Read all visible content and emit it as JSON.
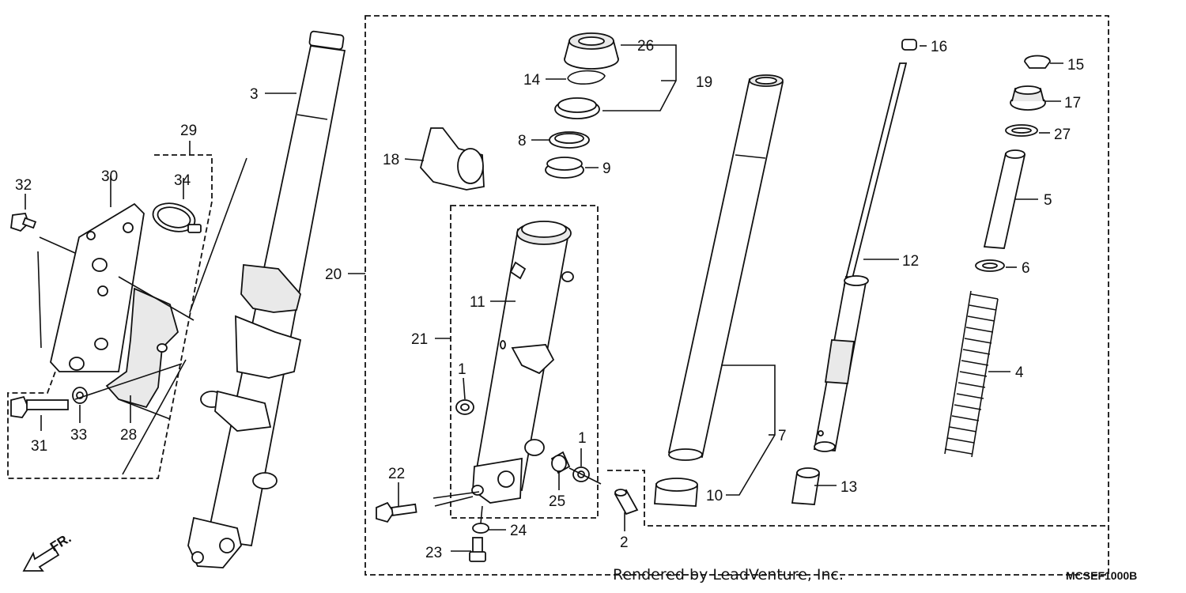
{
  "diagram": {
    "callouts": [
      {
        "id": "c1a",
        "label": "1"
      },
      {
        "id": "c1b",
        "label": "1"
      },
      {
        "id": "c2",
        "label": "2"
      },
      {
        "id": "c3",
        "label": "3"
      },
      {
        "id": "c4",
        "label": "4"
      },
      {
        "id": "c5",
        "label": "5"
      },
      {
        "id": "c6",
        "label": "6"
      },
      {
        "id": "c7",
        "label": "7"
      },
      {
        "id": "c8",
        "label": "8"
      },
      {
        "id": "c9",
        "label": "9"
      },
      {
        "id": "c10",
        "label": "10"
      },
      {
        "id": "c11",
        "label": "11"
      },
      {
        "id": "c12",
        "label": "12"
      },
      {
        "id": "c13",
        "label": "13"
      },
      {
        "id": "c14",
        "label": "14"
      },
      {
        "id": "c15",
        "label": "15"
      },
      {
        "id": "c16",
        "label": "16"
      },
      {
        "id": "c17",
        "label": "17"
      },
      {
        "id": "c18",
        "label": "18"
      },
      {
        "id": "c19",
        "label": "19"
      },
      {
        "id": "c20",
        "label": "20"
      },
      {
        "id": "c21",
        "label": "21"
      },
      {
        "id": "c22",
        "label": "22"
      },
      {
        "id": "c23",
        "label": "23"
      },
      {
        "id": "c24",
        "label": "24"
      },
      {
        "id": "c25",
        "label": "25"
      },
      {
        "id": "c26",
        "label": "26"
      },
      {
        "id": "c27",
        "label": "27"
      },
      {
        "id": "c28",
        "label": "28"
      },
      {
        "id": "c29",
        "label": "29"
      },
      {
        "id": "c30",
        "label": "30"
      },
      {
        "id": "c31",
        "label": "31"
      },
      {
        "id": "c32",
        "label": "32"
      },
      {
        "id": "c33",
        "label": "33"
      },
      {
        "id": "c34",
        "label": "34"
      }
    ],
    "direction_label": "FR.",
    "credit": "Rendered by LeadVenture, Inc.",
    "diagram_code": "MCSEF1000B"
  }
}
